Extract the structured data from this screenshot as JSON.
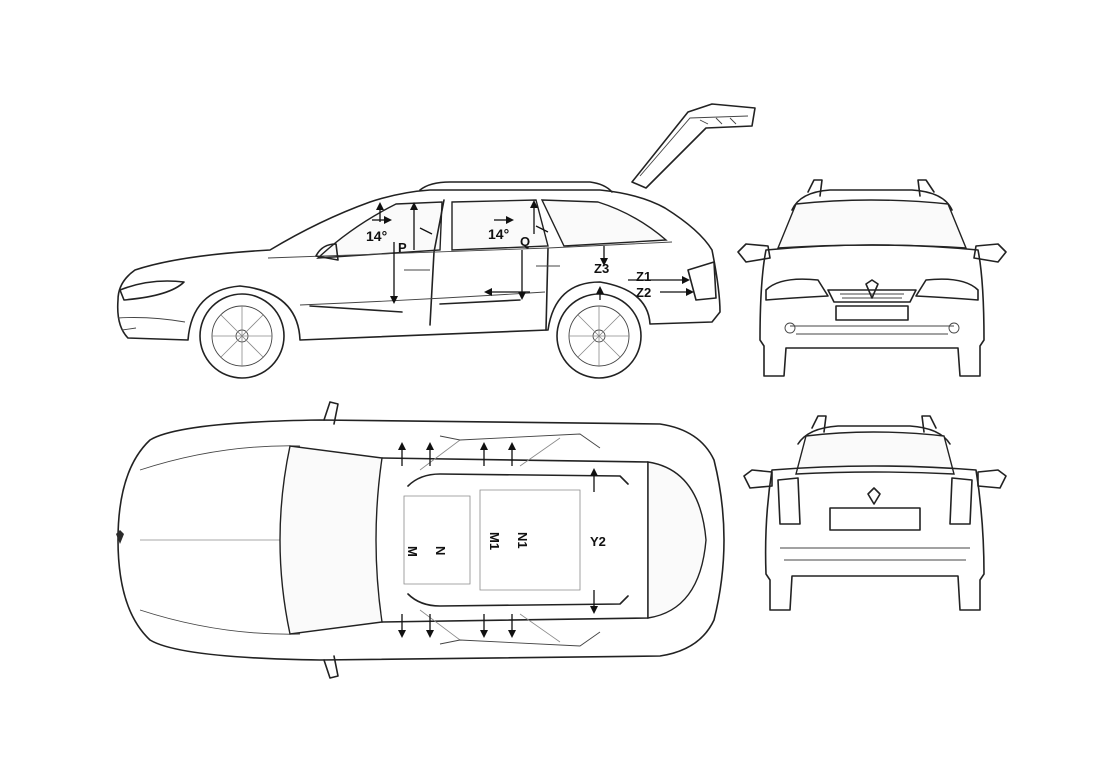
{
  "labels": {
    "side_angle_front": "14°",
    "side_angle_rear": "14°",
    "P": "P",
    "Q": "Q",
    "Z1": "Z1",
    "Z2": "Z2",
    "Z3": "Z3",
    "M": "M",
    "N": "N",
    "M1": "M1",
    "N1": "N1",
    "Y2": "Y2"
  },
  "colors": {
    "line": "#222222",
    "background": "#ffffff",
    "glass_fill": "#fafafa"
  }
}
